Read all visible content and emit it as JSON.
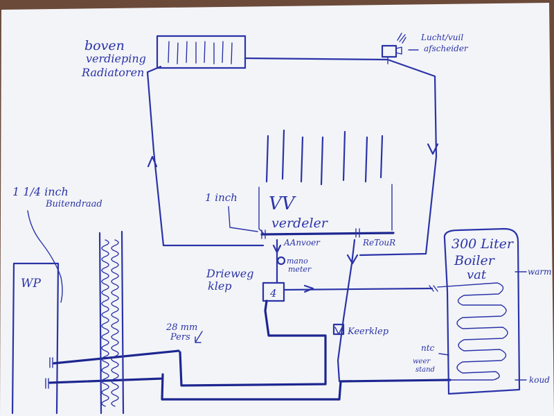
{
  "colors": {
    "paper": "#f3f4f7",
    "ink": "#2a33a8",
    "background": "#6b4a3a"
  },
  "labels": {
    "boven": "boven",
    "verdieping": "verdieping",
    "radiatoren": "Radiatoren",
    "lucht1": "Lucht/vuil",
    "lucht2": "afscheider",
    "inch_a": "1 1/4 inch",
    "inch_b": "Buitendraad",
    "one_inch": "1 inch",
    "vv": "VV",
    "verdeler": "verdeler",
    "aanvoer": "AAnvoer",
    "retour": "ReTouR",
    "drieweg1": "Drieweg",
    "drieweg2": "klep",
    "mano1": "mano",
    "mano2": "meter",
    "valve_number": "4",
    "keerklep": "Keerklep",
    "wp": "WP",
    "pers1": "28 mm",
    "pers2": "Pers",
    "boiler1": "300 Liter",
    "boiler2": "Boiler",
    "boiler3": "vat",
    "warm": "warm",
    "koud": "koud",
    "ntc": "ntc",
    "weerstand1": "weer",
    "weerstand2": "stand"
  }
}
